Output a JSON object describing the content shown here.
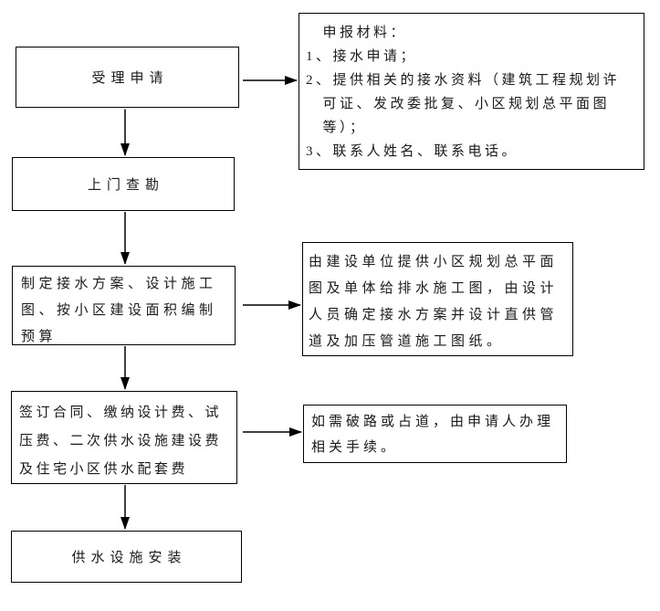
{
  "page": {
    "background_color": "#ffffff",
    "line_color": "#000000",
    "text_color": "#1a1a1a"
  },
  "flowchart": {
    "steps": [
      {
        "id": "accept",
        "label": "受理申请"
      },
      {
        "id": "survey",
        "label": "上门查勘"
      },
      {
        "id": "plan",
        "label": "制定接水方案、设计施工\n图、按小区建设面积编制\n预算"
      },
      {
        "id": "contract",
        "label": "签订合同、缴纳设计费、试\n压费、二次供水设施建设费\n及住宅小区供水配套费"
      },
      {
        "id": "install",
        "label": "供水设施安装"
      }
    ],
    "notes": [
      {
        "id": "materials",
        "text": "　申报材料：\n1、接水申请；\n2、提供相关的接水资料（建筑工程规划许\n　可证、发改委批复、小区规划总平面图\n　等）；\n3、联系人姓名、联系电话。"
      },
      {
        "id": "design",
        "text": "由建设单位提供小区规划总平面\n图及单体给排水施工图，由设计\n人员确定接水方案并设计直供管\n道及加压管道施工图纸。"
      },
      {
        "id": "road",
        "text": "如需破路或占道，由申请人办理\n相关手续。"
      }
    ]
  }
}
